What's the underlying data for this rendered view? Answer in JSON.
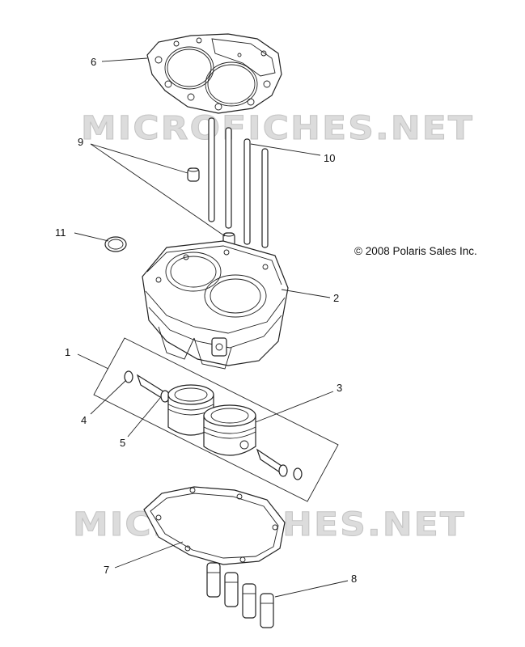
{
  "watermark": {
    "text": "MICROFICHES.NET"
  },
  "copyright": "© 2008 Polaris Sales Inc.",
  "colors": {
    "ink": "#222222",
    "watermark_fill": "#dcdcdc",
    "background": "#ffffff"
  },
  "callouts": {
    "c1": "1",
    "c2": "2",
    "c3": "3",
    "c4": "4",
    "c5": "5",
    "c6": "6",
    "c7": "7",
    "c8": "8",
    "c9": "9",
    "c10": "10",
    "c11": "11"
  }
}
